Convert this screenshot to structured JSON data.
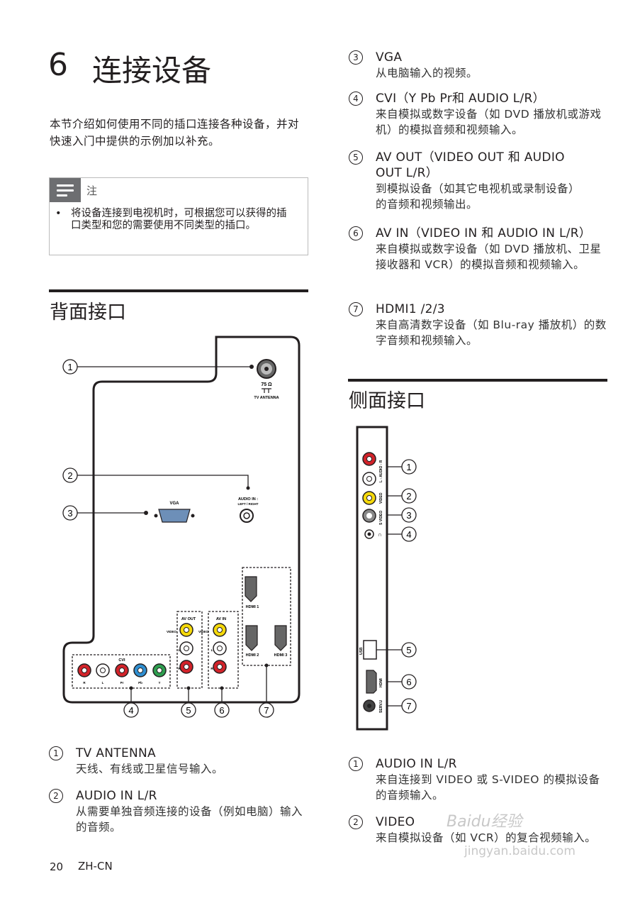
{
  "chapter": {
    "number": "6",
    "title": "连接设备"
  },
  "intro": "本节介绍如何使用不同的插口连接各种设备，并对快速入门中提供的示例加以补充。",
  "note": {
    "label": "注",
    "text": "将设备连接到电视机时，可根据您可以获得的插口类型和您的需要使用不同类型的插口。"
  },
  "rear_section": {
    "title": "背面接口"
  },
  "rear_diagram": {
    "callouts": [
      "1",
      "2",
      "3",
      "4",
      "5",
      "6",
      "7"
    ],
    "labels": {
      "antenna_ohm": "75 Ω",
      "antenna": "TV ANTENNA",
      "audio_in": "AUDIO IN :",
      "audio_in_lr": "LEFT / RIGHT",
      "vga": "VGA",
      "cvi": "CVI",
      "cvi_y": "Y",
      "cvi_pb": "Pb",
      "cvi_pr": "Pr",
      "cvi_l": "L",
      "cvi_r": "R",
      "av_out": "AV OUT",
      "av_in": "AV IN",
      "video": "VIDEO",
      "l": "L",
      "r": "R",
      "hdmi1": "HDMI 1",
      "hdmi2": "HDMI 2",
      "hdmi3": "HDMI 3"
    }
  },
  "rear_items": [
    {
      "num": "1",
      "head": "TV ANTENNA",
      "desc": "天线、有线或卫星信号输入。"
    },
    {
      "num": "2",
      "head": "AUDIO IN L/R",
      "desc": "从需要单独音频连接的设备（例如电脑）输入的音频。"
    },
    {
      "num": "3",
      "head": "VGA",
      "desc": "从电脑输入的视频。"
    },
    {
      "num": "4",
      "head": "CVI（Y Pb Pr和  AUDIO L/R）",
      "desc": "来自模拟或数字设备（如 DVD 播放机或游戏机）的模拟音频和视频输入。"
    },
    {
      "num": "5",
      "head": "AV OUT（VIDEO OUT 和 AUDIO OUT L/R）",
      "desc": "到模拟设备（如其它电视机或录制设备）的音频和视频输出。"
    },
    {
      "num": "6",
      "head": "AV IN（VIDEO IN 和 AUDIO IN L/R）",
      "desc": "来自模拟或数字设备（如 DVD 播放机、卫星接收器和 VCR）的模拟音频和视频输入。"
    },
    {
      "num": "7",
      "head": "HDMI1 /2/3",
      "desc": "来自高清数字设备（如 Blu-ray 播放机）的数字音频和视频输入。"
    }
  ],
  "side_section": {
    "title": "侧面接口"
  },
  "side_diagram": {
    "callouts": [
      "1",
      "2",
      "3",
      "4",
      "5",
      "6",
      "7"
    ],
    "labels": {
      "audio": "L - AUDIO - R",
      "video": "VIDEO",
      "svideo": "S VIDEO",
      "usb": "USB",
      "hdmi": "HDMI",
      "serv": "SERV.U"
    }
  },
  "side_items": [
    {
      "num": "1",
      "head": "AUDIO IN L/R",
      "desc": "来自连接到 VIDEO 或 S-VIDEO 的模拟设备的音频输入。"
    },
    {
      "num": "2",
      "head": "VIDEO",
      "desc": "来自模拟设备（如 VCR）的复合视频输入。"
    }
  ],
  "footer": {
    "page": "20",
    "lang": "ZH-CN"
  },
  "watermark": {
    "text": "Baidu经验",
    "url": "jingyan.baidu.com"
  }
}
